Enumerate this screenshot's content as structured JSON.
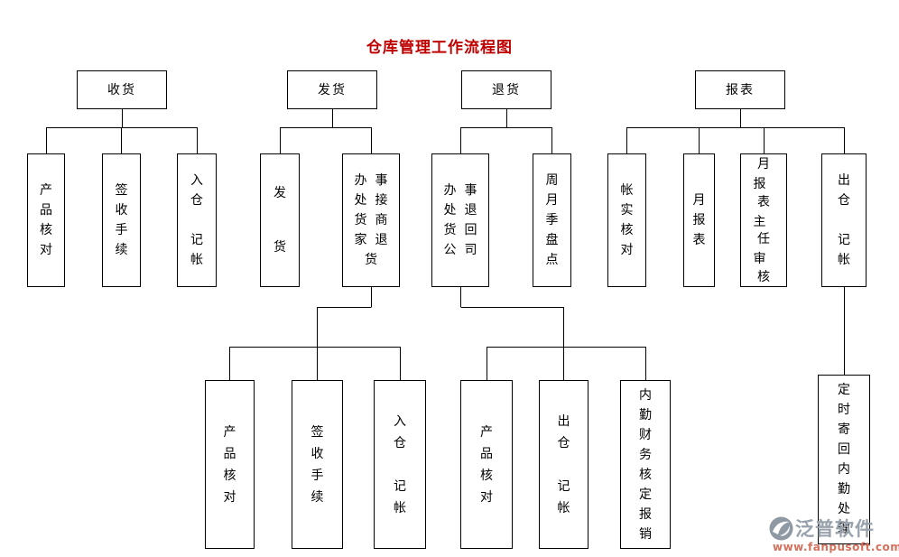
{
  "title": {
    "text": "仓库管理工作流程图",
    "color": "#c00000"
  },
  "nodes": {
    "shouhuo": {
      "label": "收货"
    },
    "fahuo": {
      "label": "发货"
    },
    "tuihuo": {
      "label": "退货"
    },
    "baobiao": {
      "label": "报表"
    },
    "chanpin1": {
      "text": "产品核对",
      "lines": [
        "产",
        "品",
        "核",
        "对"
      ]
    },
    "qianshou1": {
      "text": "签收手续",
      "lines": [
        "签",
        "收",
        "手",
        "续"
      ]
    },
    "rucang1": {
      "text": "入仓 记帐",
      "lines": [
        "入",
        "仓",
        "",
        "记",
        "帐"
      ]
    },
    "fahuo2": {
      "text": "发货",
      "lines": [
        "发",
        "",
        "货"
      ]
    },
    "jiehuo": {
      "text": "办事处接货 商家退货",
      "lines": [
        "办事",
        "处接",
        "货商",
        "家退",
        "货"
      ]
    },
    "tuihui": {
      "text": "办事处退货 回公司",
      "lines": [
        "办事",
        "处退",
        "货回",
        "公司"
      ]
    },
    "pandian": {
      "text": "周月季盘点",
      "lines": [
        "周",
        "月",
        "季",
        "盘",
        "点"
      ]
    },
    "zhangshi": {
      "text": "帐实核对",
      "lines": [
        "帐",
        "实",
        "核",
        "对"
      ]
    },
    "yuebao": {
      "text": "月报表",
      "lines": [
        "月",
        "报",
        "表"
      ]
    },
    "shenhe": {
      "text": "月报表主任审核",
      "lines": [
        "月报",
        "表主",
        "任审",
        "核"
      ]
    },
    "chucang1": {
      "text": "出仓 记帐",
      "lines": [
        "出",
        "仓",
        "",
        "记",
        "帐"
      ]
    },
    "chanpin2": {
      "text": "产品核对",
      "lines": [
        "产",
        "品",
        "核",
        "对"
      ]
    },
    "qianshou2": {
      "text": "签收手续",
      "lines": [
        "签",
        "收",
        "手",
        "续"
      ]
    },
    "rucang2": {
      "text": "入仓 记帐",
      "lines": [
        "入",
        "仓",
        "",
        "记",
        "帐"
      ]
    },
    "chanpin3": {
      "text": "产品核对",
      "lines": [
        "产",
        "品",
        "核",
        "对"
      ]
    },
    "chucang2": {
      "text": "出仓 记帐",
      "lines": [
        "出",
        "仓",
        "",
        "记",
        "帐"
      ]
    },
    "neiqin": {
      "text": "内勤财务核定报销",
      "lines": [
        "内",
        "勤",
        "财",
        "务",
        "核",
        "定",
        "报",
        "销"
      ]
    },
    "dingshi": {
      "text": "定时寄回内勤处理",
      "lines": [
        "定",
        "时",
        "寄",
        "回",
        "内",
        "勤",
        "处",
        "理"
      ]
    }
  },
  "watermark": {
    "name": "泛普软件",
    "url": "www.fanpusoft.com",
    "name_color": "#98a2ac",
    "url_color": "#d4705c",
    "logo_color": "#8e99a3"
  }
}
